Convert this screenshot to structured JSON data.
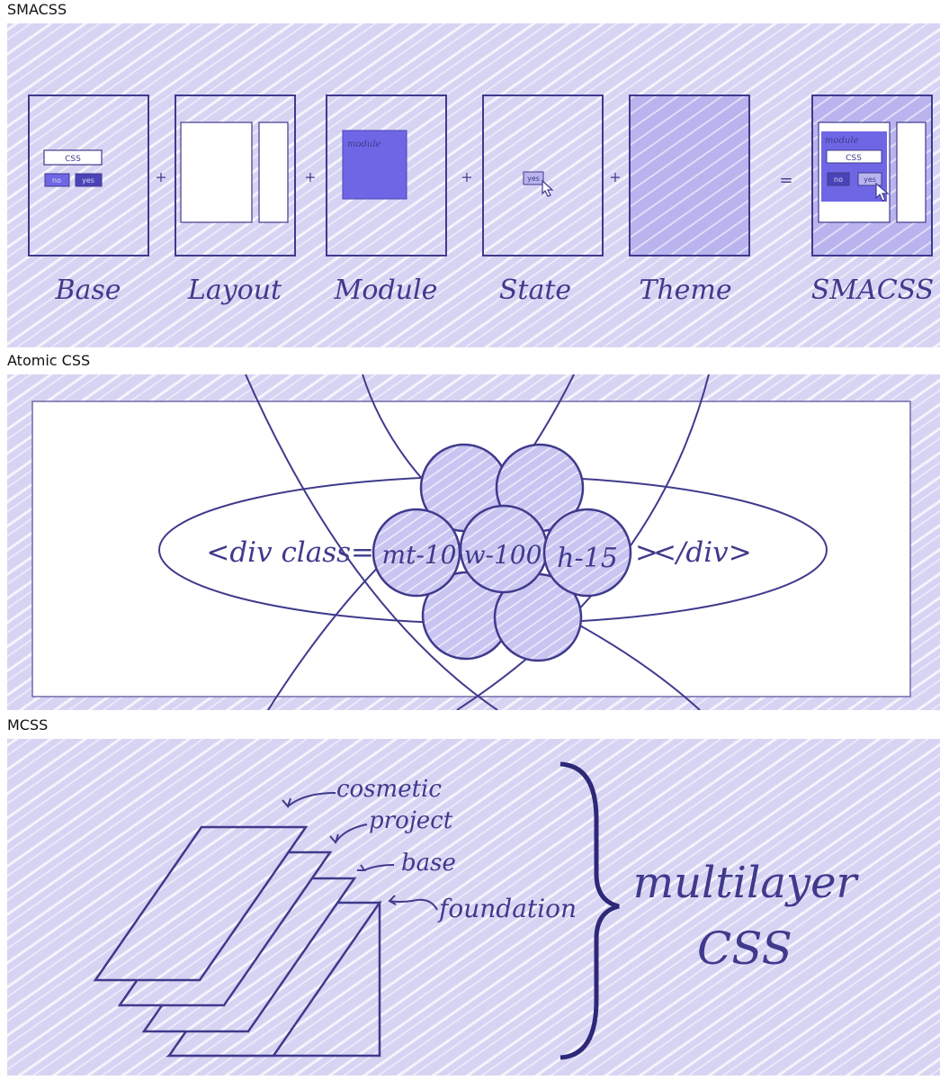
{
  "sections": [
    {
      "title": "SMACSS"
    },
    {
      "title": "Atomic CSS"
    },
    {
      "title": "MCSS"
    }
  ],
  "smacss": {
    "labels": [
      "Base",
      "Layout",
      "Module",
      "State",
      "Theme",
      "SMACSS"
    ],
    "operators": [
      "+",
      "+",
      "+",
      "+",
      "="
    ],
    "base_css": "CSS",
    "base_no": "no",
    "base_yes": "yes",
    "module_text": "module",
    "state_yes": "yes",
    "result_module": "module",
    "result_css": "CSS",
    "result_no": "no",
    "result_yes": "yes"
  },
  "atomic": {
    "left_text": "<div class=",
    "classes": [
      "mt-10",
      "w-100",
      "h-15"
    ],
    "right_text": ">",
    "closing_tag": "</div>"
  },
  "mcss": {
    "layers": [
      "cosmetic",
      "project",
      "base",
      "foundation"
    ],
    "result_line1": "multilayer",
    "result_line2": "CSS"
  },
  "colors": {
    "background": "#dcdaf5",
    "stroke": "#3f3a8c",
    "accent": "#6f66e6",
    "dark_accent": "#4b44b8"
  }
}
